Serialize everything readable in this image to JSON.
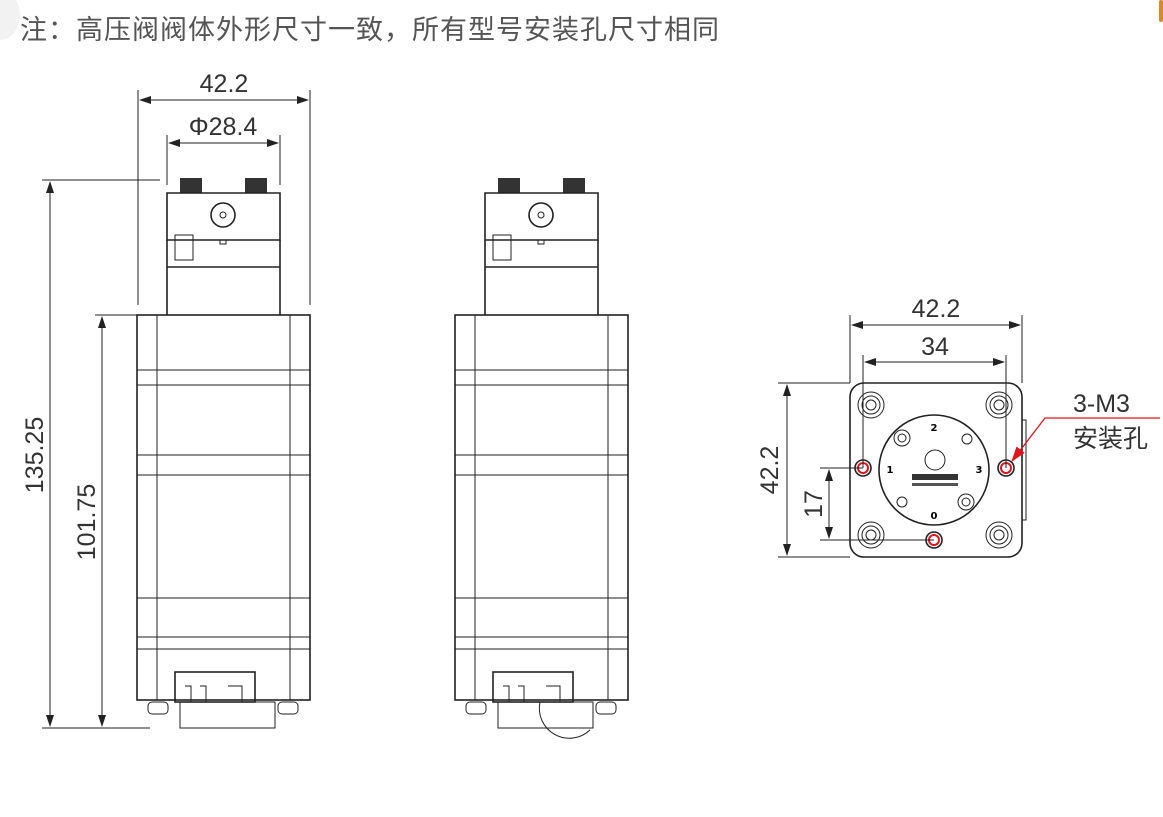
{
  "note": "注：高压阀阀体外形尺寸一致，所有型号安装孔尺寸相同",
  "dimensions": {
    "front_width": "42.2",
    "front_diameter": "Φ28.4",
    "total_height": "135.25",
    "body_height": "101.75",
    "end_width": "42.2",
    "hole_spacing": "34",
    "end_height": "42.2",
    "hole_offset": "17"
  },
  "callout": {
    "line1": "3-M3",
    "line2": "安装孔"
  },
  "end_face_labels": [
    "0",
    "1",
    "2",
    "3"
  ],
  "colors": {
    "accent": "#d9892b",
    "hole": "#e0141e"
  }
}
